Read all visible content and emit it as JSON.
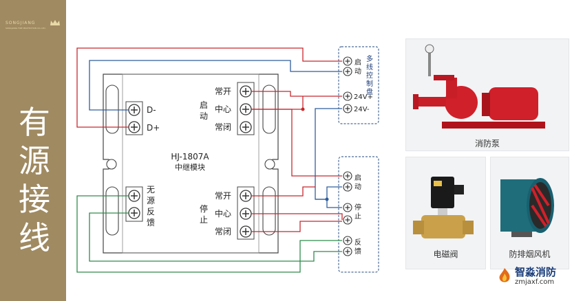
{
  "brand": {
    "logo_text": "SONGJIANG",
    "logo_sub": "SONGJIANG FIRE PROTECTION CO.,LTD."
  },
  "title_chars": [
    "有",
    "源",
    "接",
    "线"
  ],
  "module": {
    "model": "HJ-1807A",
    "name": "中继模块"
  },
  "left_terminals": {
    "d_minus": "D-",
    "d_plus": "D+",
    "feedback": [
      "无",
      "源",
      "反",
      "馈"
    ]
  },
  "start_group": {
    "label": [
      "启",
      "动"
    ],
    "terms": [
      "常开",
      "中心",
      "常闭"
    ]
  },
  "stop_group": {
    "label": [
      "停",
      "止"
    ],
    "terms": [
      "常开",
      "中心",
      "常闭"
    ]
  },
  "panel_top": {
    "title": [
      "多",
      "线",
      "控",
      "制",
      "盘"
    ],
    "start": [
      "启",
      "动"
    ],
    "v_plus": "24V+",
    "v_minus": "24V-"
  },
  "panel_bottom": {
    "start": [
      "启",
      "动"
    ],
    "stop": [
      "停",
      "止"
    ],
    "feedback": [
      "反",
      "馈"
    ]
  },
  "devices": {
    "pump": "消防泵",
    "valve": "电磁阀",
    "fan": "防排烟风机"
  },
  "watermark": {
    "main": "智淼消防",
    "url": "zmjaxf.com"
  },
  "colors": {
    "sidebar": "#a08a62",
    "red": "#c8262c",
    "blue": "#2f5d9c",
    "green": "#2e8b4a",
    "frame": "#7f8ea3"
  }
}
